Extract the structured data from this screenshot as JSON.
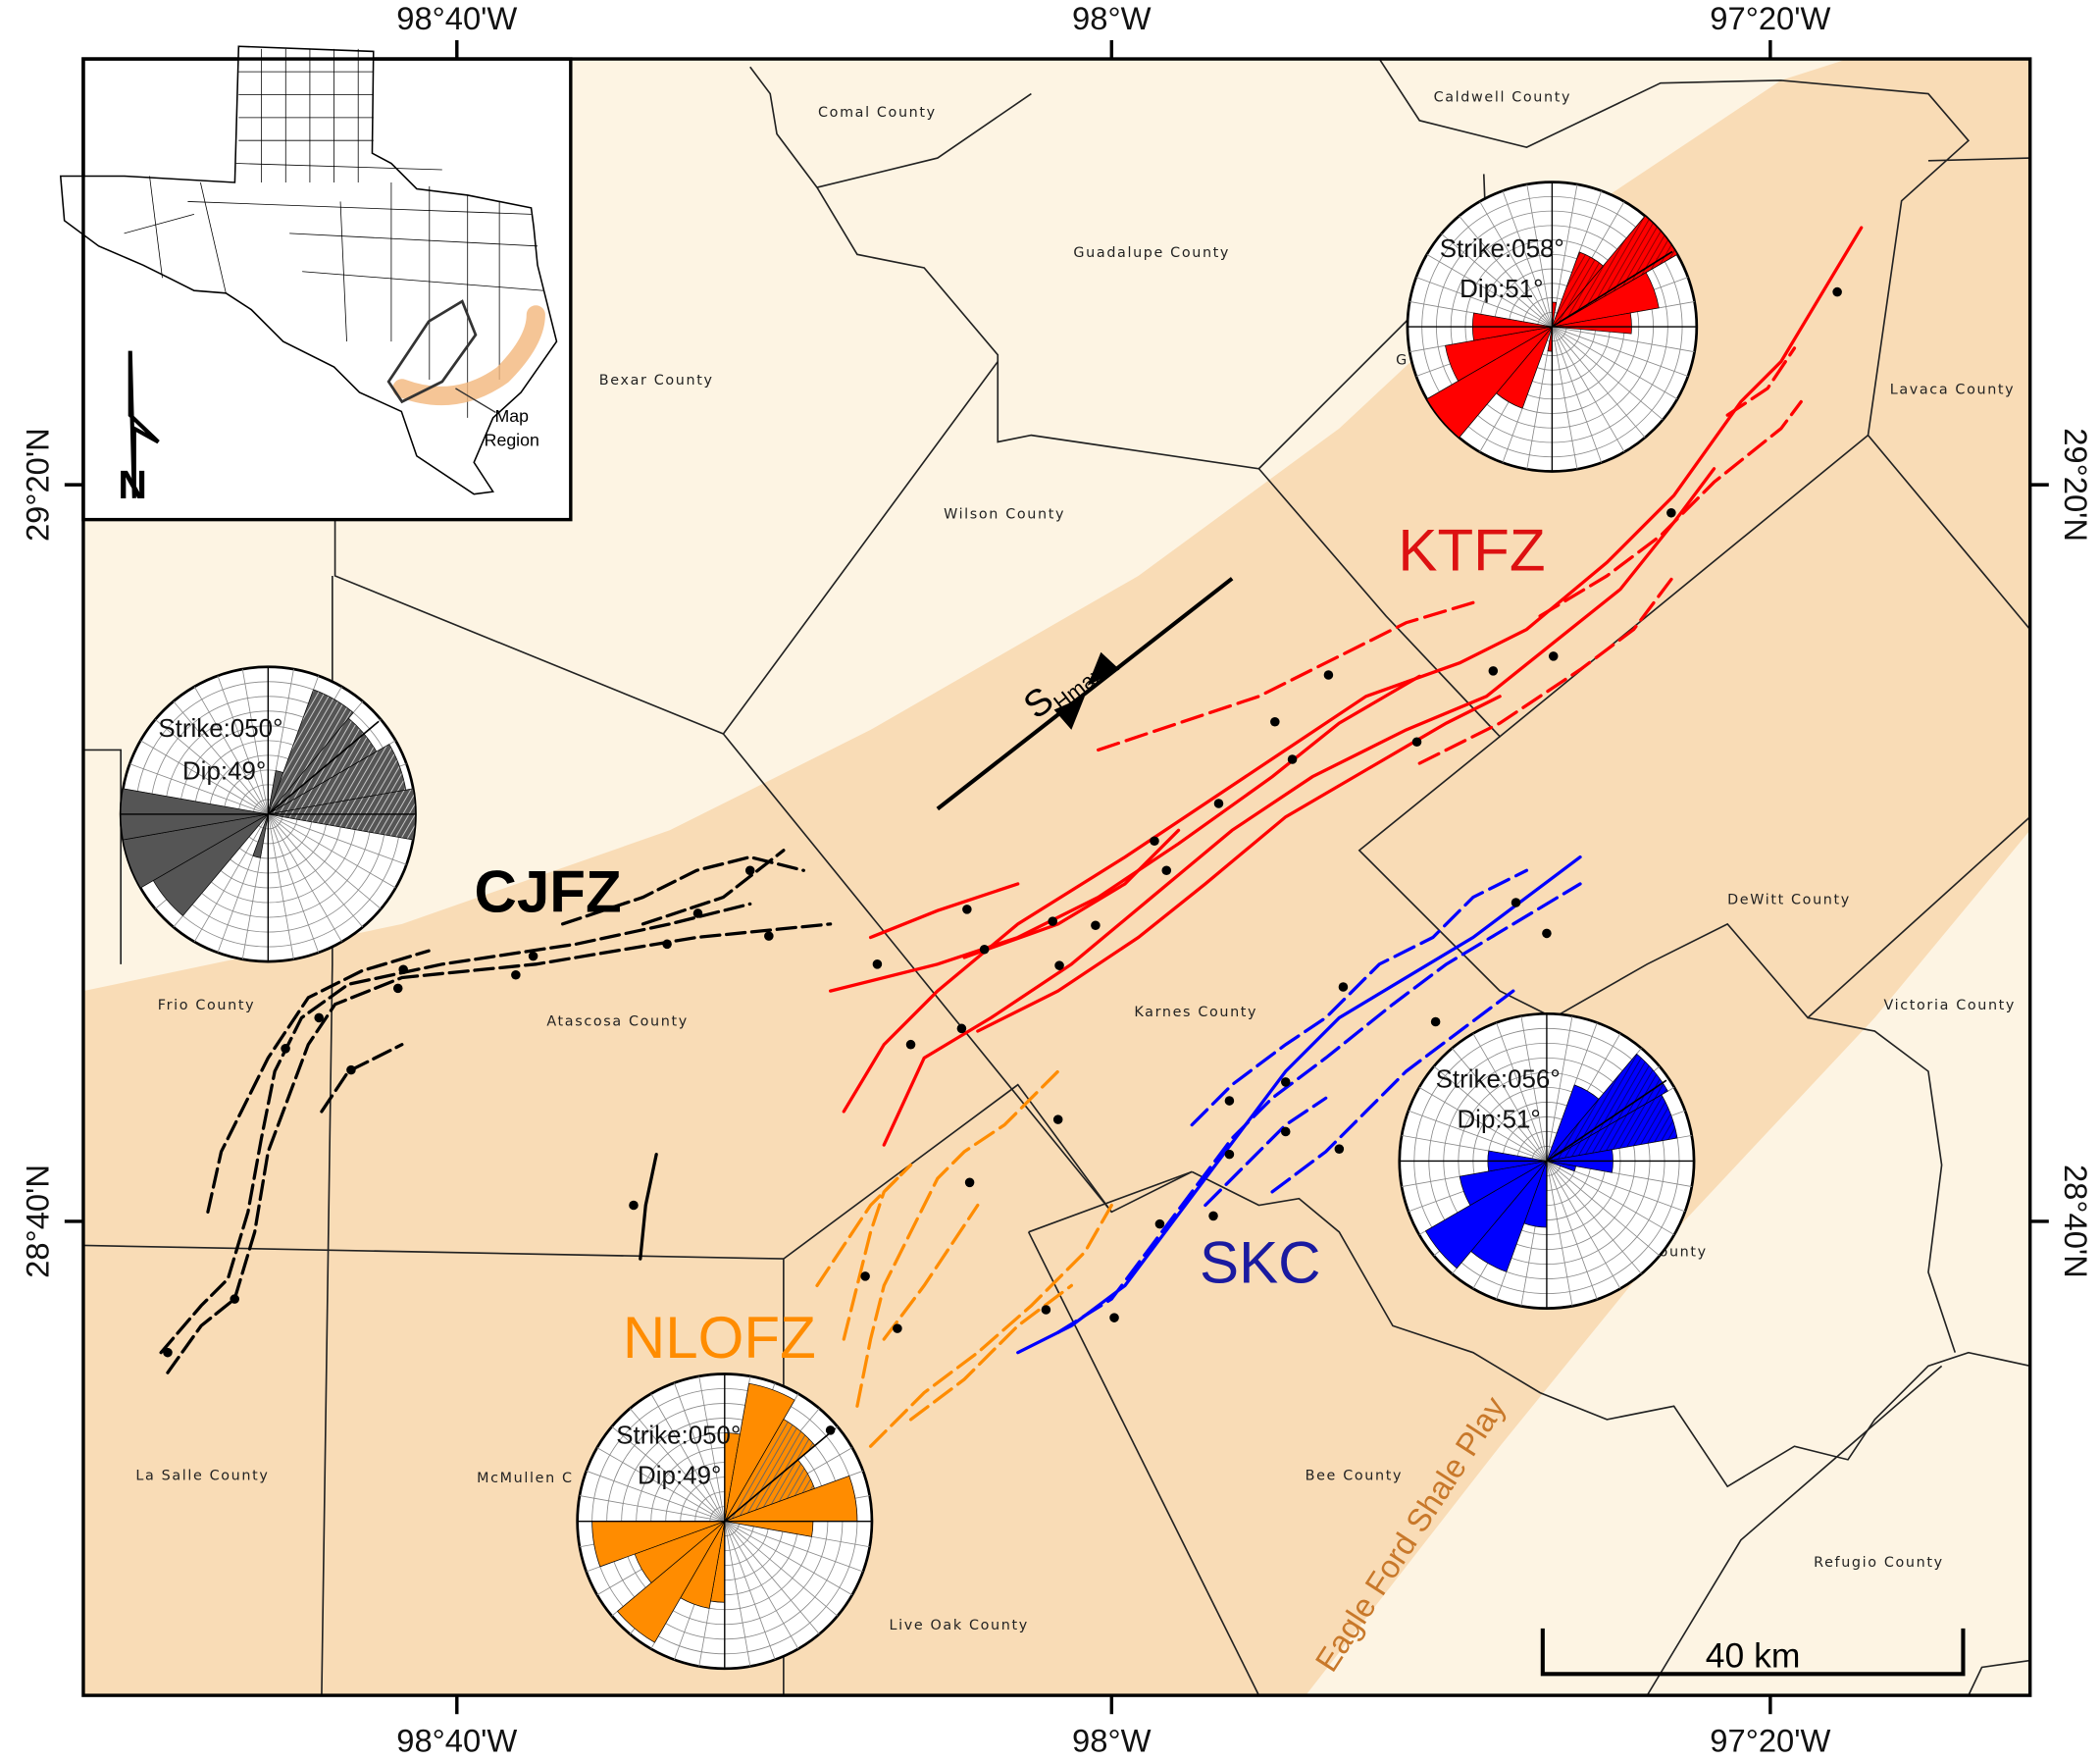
{
  "axes": {
    "top": [
      "98°40'W",
      "98°W",
      "97°20'W"
    ],
    "bottom": [
      "98°40'W",
      "98°W",
      "97°20'W"
    ],
    "left": [
      "29°20'N",
      "28°40'N"
    ],
    "right": [
      "29°20'N",
      "28°40'N"
    ]
  },
  "colors": {
    "background": "#fdf4e3",
    "play_band": "#f9dcb6",
    "ktfz": "#ff0000",
    "cjfz": "#000000",
    "skc": "#0000ff",
    "nlofz": "#ff8c00"
  },
  "counties": [
    "Comal County",
    "Caldwell County",
    "Guadalupe County",
    "Bexar County",
    "Wilson County",
    "Lavaca County",
    "DeWitt County",
    "Victoria County",
    "Karnes County",
    "Frio County",
    "Atascosa County",
    "La Salle County",
    "McMullen C",
    "Live Oak County",
    "Bee County",
    "Refugio County",
    "ounty",
    "G"
  ],
  "fault_zones": {
    "ktfz": "KTFZ",
    "cjfz": "CJFZ",
    "skc": "SKC",
    "nlofz": "NLOFZ"
  },
  "stress": {
    "label": "S",
    "subscript": "Hmax"
  },
  "play_label": "Eagle Ford Shale Play",
  "scale_bar": {
    "label": "40 km"
  },
  "inset": {
    "label_line1": "Map",
    "label_line2": "Region",
    "north": "N"
  },
  "roses": [
    {
      "id": "ktfz",
      "strike": "Strike:058°",
      "dip": "Dip:51°",
      "fill": "#ff0000",
      "hatch": "#8b0000",
      "petals": [
        [
          0,
          10,
          0.17,
          0
        ],
        [
          20,
          40,
          0.55,
          1
        ],
        [
          40,
          60,
          1.0,
          1
        ],
        [
          60,
          80,
          0.75,
          0
        ],
        [
          80,
          95,
          0.55,
          0
        ],
        [
          180,
          190,
          0.17,
          0
        ],
        [
          200,
          220,
          0.6,
          0
        ],
        [
          220,
          240,
          1.0,
          0
        ],
        [
          240,
          260,
          0.75,
          0
        ],
        [
          260,
          280,
          0.55,
          0
        ]
      ]
    },
    {
      "id": "cjfz",
      "strike": "Strike:050°",
      "dip": "Dip:49°",
      "fill": "#555555",
      "hatch": "#cccccc",
      "petals": [
        [
          10,
          20,
          0.3,
          0
        ],
        [
          20,
          40,
          0.9,
          1
        ],
        [
          40,
          60,
          0.85,
          1
        ],
        [
          60,
          80,
          0.95,
          1
        ],
        [
          80,
          100,
          1.0,
          1
        ],
        [
          190,
          200,
          0.3,
          0
        ],
        [
          220,
          240,
          0.9,
          0
        ],
        [
          240,
          260,
          1.0,
          0
        ],
        [
          260,
          280,
          1.0,
          0
        ]
      ]
    },
    {
      "id": "skc",
      "strike": "Strike:056°",
      "dip": "Dip:51°",
      "fill": "#0000ff",
      "hatch": "#000080",
      "petals": [
        [
          20,
          40,
          0.55,
          0
        ],
        [
          40,
          60,
          0.95,
          1
        ],
        [
          60,
          80,
          0.9,
          1
        ],
        [
          80,
          100,
          0.45,
          0
        ],
        [
          100,
          110,
          0.2,
          0
        ],
        [
          180,
          200,
          0.45,
          0
        ],
        [
          200,
          220,
          0.8,
          0
        ],
        [
          220,
          240,
          0.95,
          0
        ],
        [
          240,
          260,
          0.6,
          0
        ],
        [
          260,
          280,
          0.4,
          0
        ]
      ]
    },
    {
      "id": "nlofz",
      "strike": "Strike:050°",
      "dip": "Dip:49°",
      "fill": "#ff8c00",
      "hatch": "#666666",
      "petals": [
        [
          0,
          10,
          0.6,
          0
        ],
        [
          10,
          30,
          0.95,
          0
        ],
        [
          30,
          50,
          0.8,
          1
        ],
        [
          50,
          70,
          0.65,
          1
        ],
        [
          70,
          90,
          0.9,
          0
        ],
        [
          90,
          100,
          0.6,
          0
        ],
        [
          180,
          190,
          0.55,
          0
        ],
        [
          190,
          210,
          0.6,
          0
        ],
        [
          210,
          230,
          0.95,
          0
        ],
        [
          230,
          250,
          0.65,
          0
        ],
        [
          250,
          270,
          0.9,
          0
        ]
      ]
    }
  ]
}
